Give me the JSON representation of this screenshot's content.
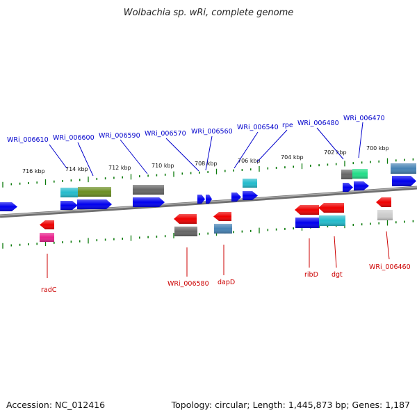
{
  "title": "Wolbachia sp. wRi, complete genome",
  "accession": "Accession: NC_012416",
  "summary": "Topology: circular; Length: 1,445,873 bp; Genes: 1,187",
  "ticks": [
    "716 kbp",
    "714 kbp",
    "712 kbp",
    "710 kbp",
    "708 kbp",
    "706 kbp",
    "704 kbp",
    "702 kbp",
    "700 kbp"
  ],
  "top_labels": [
    "WRi_006610",
    "WRi_006600",
    "WRi_006590",
    "WRi_006570",
    "WRi_006560",
    "WRi_006540",
    "rpe",
    "WRi_006480",
    "WRi_006470"
  ],
  "bottom_labels": [
    "radC",
    "WRi_006580",
    "dapD",
    "ribD",
    "dgt",
    "WRi_006460"
  ],
  "colors": {
    "forward_label": "#0000cc",
    "reverse_label": "#cc0000",
    "tick": "#0b7a0b",
    "backbone": "#808080",
    "cds_blue": "#0000ee",
    "cds_red": "#ee0000",
    "rna_cyan": "#22bbcc",
    "steelblue": "#4682b4",
    "grey": "#666666",
    "olive": "#6b8e23",
    "magenta": "#e8208c",
    "green": "#22dd88",
    "lightgrey": "#cccccc"
  }
}
